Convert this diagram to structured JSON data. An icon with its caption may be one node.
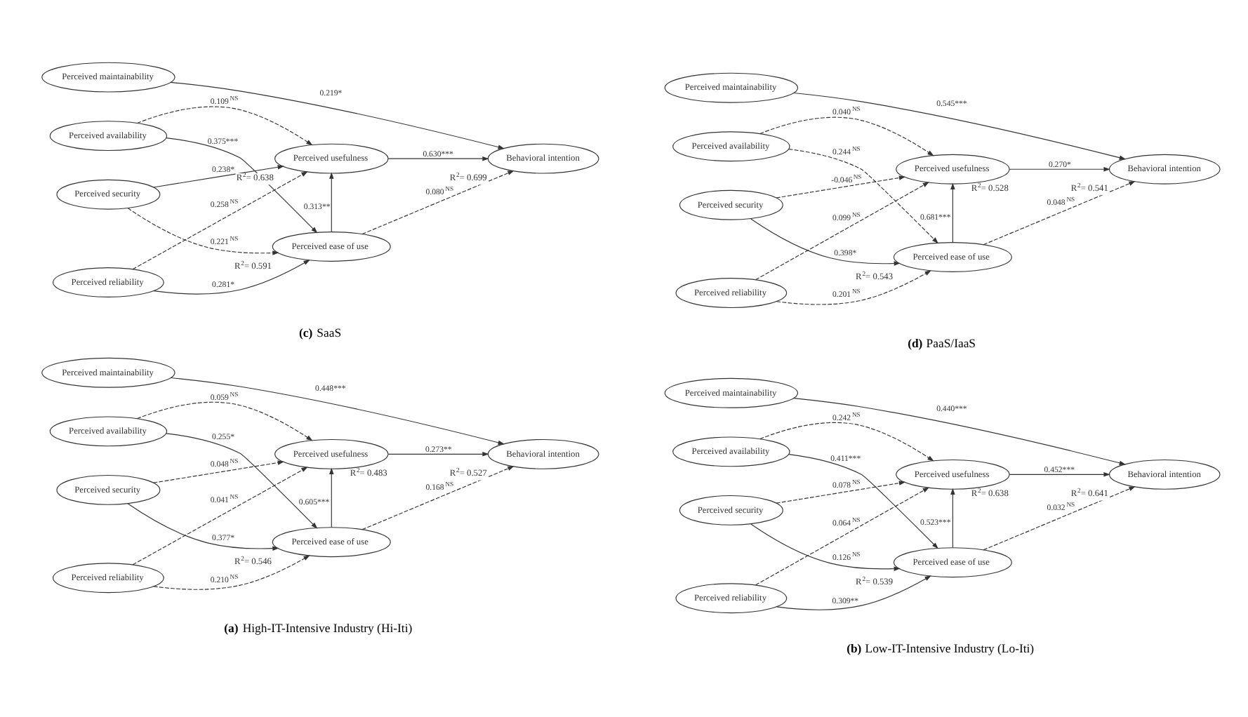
{
  "diagram": {
    "nodes": [
      {
        "text": [
          "Perceived availability"
        ]
      },
      {
        "text": [
          "Perceived reliability"
        ]
      },
      {
        "text": [
          "Perceived security"
        ]
      },
      {
        "text": [
          "Perceived maintainability"
        ]
      },
      {
        "text": [
          "Perceived usefulness"
        ],
        "beside": [
          "R$^{2}$= 0.483"
        ]
      },
      {
        "text": [
          "Perceived ease of use"
        ],
        "beside": [
          "R$^{2}$= 0.546"
        ]
      },
      {
        "text": [
          "Behavioral intention"
        ],
        "beside": [
          "R$^{2}$= 0.527"
        ]
      },
      {
        "text": [
          "Perceived availability"
        ]
      },
      {
        "text": [
          "Perceived reliability"
        ]
      },
      {
        "text": [
          "Perceived security"
        ]
      },
      {
        "text": [
          "Perceived maintainability"
        ]
      },
      {
        "text": [
          "Perceived usefulness"
        ],
        "beside": [
          "R$^{2}$= 0.638"
        ]
      },
      {
        "text": [
          "Perceived ease of use"
        ],
        "beside": [
          "R$^{2}$= 0.539"
        ]
      },
      {
        "text": [
          "Behavioral intention"
        ],
        "beside": [
          "R$^{2}$= 0.641"
        ]
      },
      {
        "text": [
          "Perceived availability"
        ]
      },
      {
        "text": [
          "Perceived reliability"
        ]
      },
      {
        "text": [
          "Perceived security"
        ]
      },
      {
        "text": [
          "Perceived maintainability"
        ]
      },
      {
        "text": [
          "Perceived usefulness"
        ],
        "beside": [
          "R$^{2}$= 0.638"
        ]
      },
      {
        "text": [
          "Perceived ease of use"
        ],
        "beside": [
          "R$^{2}$= 0.591"
        ]
      },
      {
        "text": [
          "Behavioral intention"
        ],
        "beside": [
          "R$^{2}$= 0.699"
        ]
      },
      {
        "text": [
          "Perceived availability"
        ]
      },
      {
        "text": [
          "Perceived reliability"
        ]
      },
      {
        "text": [
          "Perceived security"
        ]
      },
      {
        "text": [
          "Perceived maintainability"
        ]
      },
      {
        "text": [
          "Perceived usefulness"
        ],
        "beside": [
          "R$^{2}$= 0.528"
        ]
      },
      {
        "text": [
          "Perceived ease of use"
        ],
        "beside": [
          "R$^{2}$= 0.543"
        ]
      },
      {
        "text": [
          "Behavioral intention"
        ],
        "beside": [
          "R$^{2}$= 0.541"
        ]
      }
    ],
    "edges": [
      {
        "from": 0,
        "to": 4,
        "arrow": "to",
        "style": "dashed",
        "label": "0.059$^{NS}$"
      },
      {
        "from": 0,
        "to": 5,
        "arrow": "to",
        "label": "0.255*"
      },
      {
        "from": 1,
        "to": 4,
        "arrow": "to",
        "style": "dashed",
        "label": "0.041$^{NS}$"
      },
      {
        "from": 1,
        "to": 5,
        "arrow": "to",
        "style": "dashed",
        "label": "0.210$^{NS}$"
      },
      {
        "from": 2,
        "to": 4,
        "arrow": "to",
        "style": "dashed",
        "label": "0.048$^{NS}$"
      },
      {
        "from": 2,
        "to": 5,
        "arrow": "to",
        "label": "0.377*"
      },
      {
        "from": 5,
        "to": 4,
        "arrow": "to",
        "label": "0.605***"
      },
      {
        "from": 4,
        "to": 6,
        "arrow": "to",
        "label": "0.273**"
      },
      {
        "from": 5,
        "to": 6,
        "arrow": "to",
        "style": "dashed",
        "label": "0.168$^{NS}$"
      },
      {
        "from": 3,
        "to": 6,
        "arrow": "to",
        "label": "0.448***"
      },
      {
        "from": 7,
        "to": 11,
        "arrow": "to",
        "style": "dashed",
        "label": "0.242$^{NS}$"
      },
      {
        "from": 7,
        "to": 12,
        "arrow": "to",
        "label": "0.411***"
      },
      {
        "from": 8,
        "to": 11,
        "arrow": "to",
        "style": "dashed",
        "label": "0.064$^{NS}$"
      },
      {
        "from": 8,
        "to": 12,
        "arrow": "to",
        "label": "0.309**"
      },
      {
        "from": 9,
        "to": 11,
        "arrow": "to",
        "style": "dashed",
        "label": "0.078$^{NS}$"
      },
      {
        "from": 9,
        "to": 12,
        "arrow": "to",
        "label": "0.126$^{NS}$"
      },
      {
        "from": 12,
        "to": 11,
        "arrow": "to",
        "label": "0.523***"
      },
      {
        "from": 11,
        "to": 13,
        "arrow": "to",
        "label": "0.452***"
      },
      {
        "from": 12,
        "to": 13,
        "arrow": "to",
        "style": "dashed",
        "label": "0.032$^{NS}$"
      },
      {
        "from": 10,
        "to": 13,
        "arrow": "to",
        "label": "0.440***"
      },
      {
        "from": 14,
        "to": 18,
        "arrow": "to",
        "style": "dashed",
        "label": "0.109$^{NS}$"
      },
      {
        "from": 14,
        "to": 19,
        "arrow": "to",
        "label": "0.375***"
      },
      {
        "from": 15,
        "to": 18,
        "arrow": "to",
        "style": "dashed",
        "label": "0.258$^{NS}$"
      },
      {
        "from": 15,
        "to": 19,
        "arrow": "to",
        "label": "0.281*"
      },
      {
        "from": 16,
        "to": 18,
        "arrow": "to",
        "label": "0.238*"
      },
      {
        "from": 16,
        "to": 19,
        "arrow": "to",
        "style": "dashed",
        "label": "0.221$^{NS}$"
      },
      {
        "from": 19,
        "to": 18,
        "arrow": "to",
        "label": "0.313**"
      },
      {
        "from": 18,
        "to": 20,
        "arrow": "to",
        "label": "0.630***"
      },
      {
        "from": 19,
        "to": 20,
        "arrow": "to",
        "style": "dashed",
        "label": "0.080$^{NS}$"
      },
      {
        "from": 17,
        "to": 20,
        "arrow": "to",
        "label": "0.219*"
      },
      {
        "from": 21,
        "to": 25,
        "arrow": "to",
        "style": "dashed",
        "label": "0.040$^{NS}$"
      },
      {
        "from": 21,
        "to": 26,
        "arrow": "to",
        "style": "dashed",
        "label": "0.244$^{NS}$"
      },
      {
        "from": 22,
        "to": 25,
        "arrow": "to",
        "style": "dashed",
        "label": "0.099$^{NS}$"
      },
      {
        "from": 22,
        "to": 26,
        "arrow": "to",
        "style": "dashed",
        "label": "0.201$^{NS}$"
      },
      {
        "from": 23,
        "to": 25,
        "arrow": "to",
        "style": "dashed",
        "label": "-0.046$^{NS}$"
      },
      {
        "from": 23,
        "to": 26,
        "arrow": "to",
        "label": "0.398*"
      },
      {
        "from": 26,
        "to": 25,
        "arrow": "to",
        "label": "0.681***"
      },
      {
        "from": 25,
        "to": 27,
        "arrow": "to",
        "label": "0.270*"
      },
      {
        "from": 26,
        "to": 27,
        "arrow": "to",
        "style": "dashed",
        "label": "0.048$^{NS}$"
      },
      {
        "from": 24,
        "to": 27,
        "arrow": "to",
        "label": "0.545***"
      }
    ],
    "labels": [
      "**(a)** High-IT-Intensive Industry (Hi-Iti)",
      "**(b)** Low-IT-Intensive Industry (Lo-Iti)",
      "**(c)** SaaS",
      "**(d)** PaaS/IaaS"
    ]
  }
}
